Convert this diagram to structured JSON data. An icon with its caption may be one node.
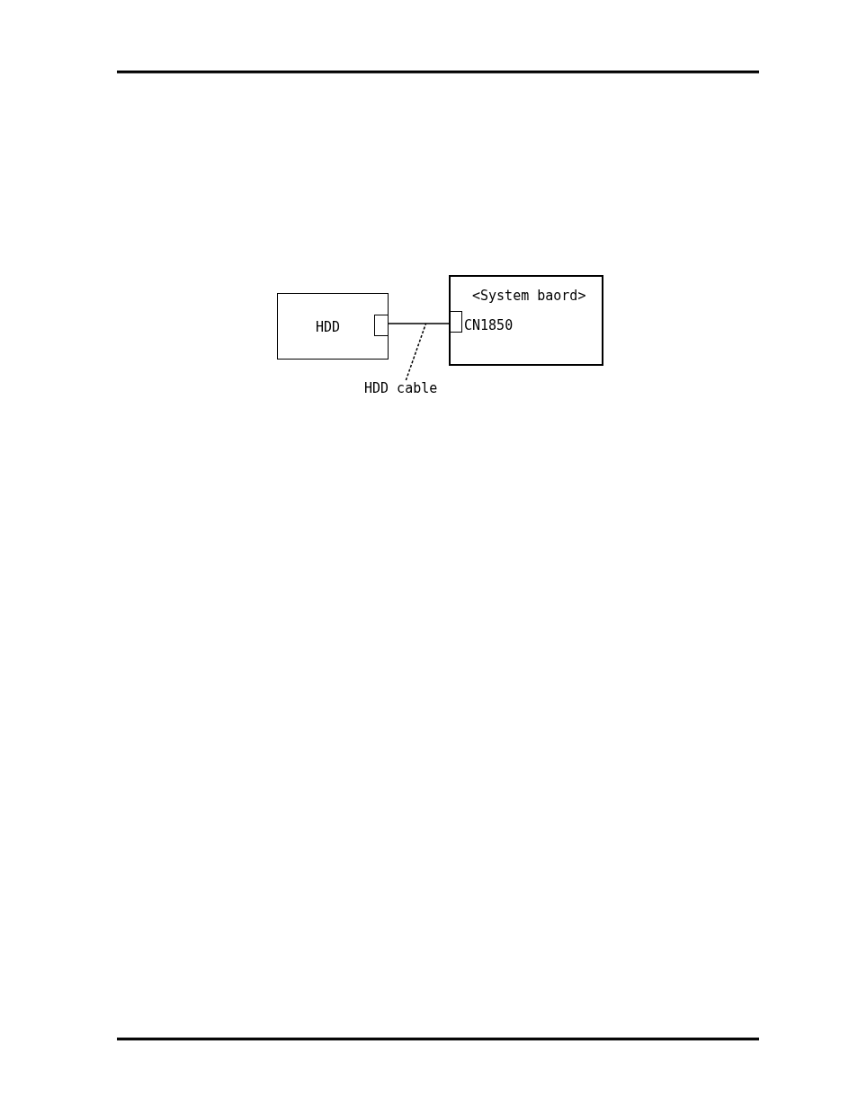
{
  "diagram": {
    "nodes": [
      {
        "text": [
          "HDD"
        ]
      },
      {
        "text": [],
        "shape": "box",
        "in": 0
      },
      {
        "text": [
          "<System baord>"
        ]
      },
      {
        "text": [],
        "shape": "box",
        "in": 2,
        "beside": [
          "CN1850"
        ]
      },
      {
        "text": [
          "HDD cable"
        ]
      }
    ],
    "edges": [
      {
        "from": 1,
        "to": 3,
        "arrow": "none"
      },
      {
        "from": 4,
        "to": null,
        "arrow": "none",
        "style": "dashed"
      }
    ]
  }
}
